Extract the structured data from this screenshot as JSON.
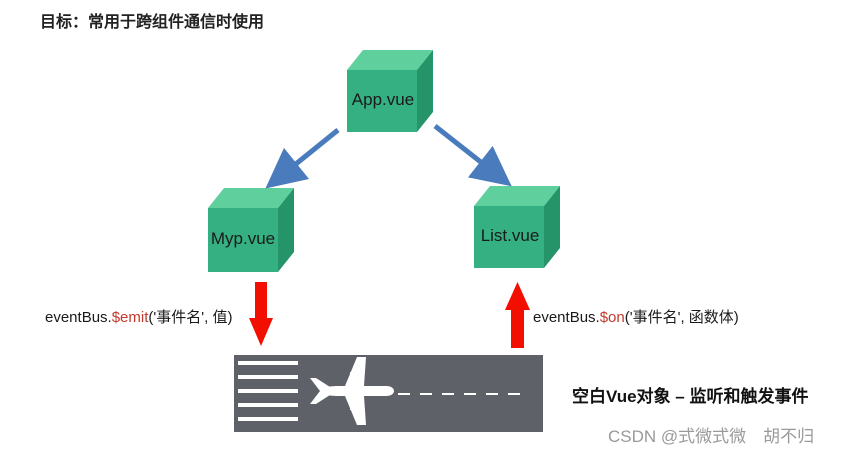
{
  "title": "目标：常用于跨组件通信时使用",
  "nodes": {
    "app": "App.vue",
    "myp": "Myp.vue",
    "list": "List.vue"
  },
  "emit_caption": {
    "prefix": "eventBus.",
    "method": "$emit",
    "args": "('事件名', 值)"
  },
  "on_caption": {
    "prefix": "eventBus.",
    "method": "$on",
    "args": "('事件名', 函数体)"
  },
  "runway_label": "空白Vue对象 – 监听和触发事件",
  "watermark": "CSDN @式微式微　胡不归",
  "colors": {
    "cube_front": "#34b083",
    "cube_top": "#5fcf9e",
    "cube_side": "#259469",
    "blue_arrow": "#4a7cbd",
    "red_arrow": "#f20f00",
    "runway": "#5e6168"
  }
}
